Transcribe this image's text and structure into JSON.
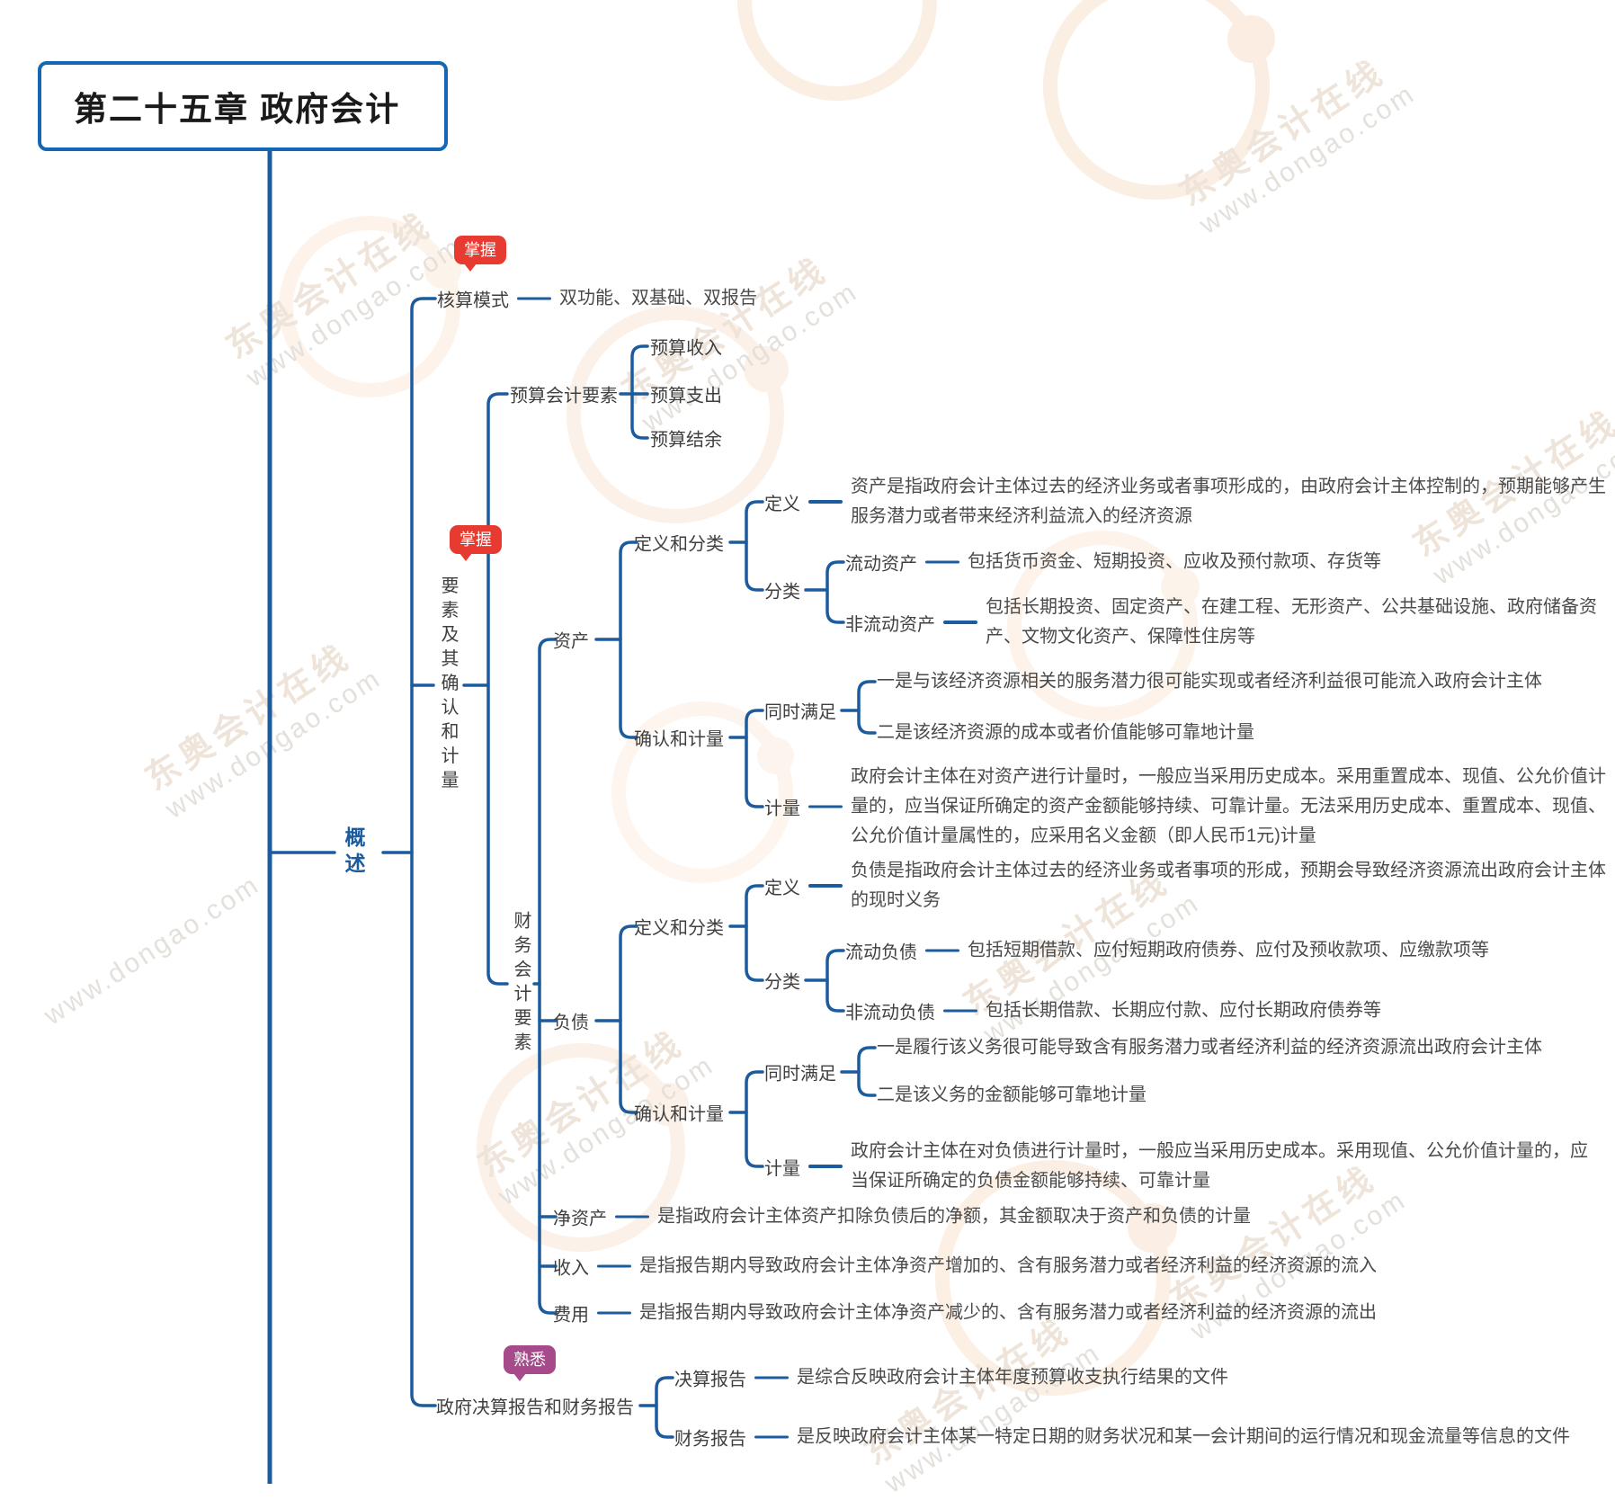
{
  "title": "第二十五章 政府会计",
  "watermark": {
    "brand": "东奥会计在线",
    "site": "www.dongao.com"
  },
  "colors": {
    "line": "#1c5c9e",
    "title_border": "#1467b2",
    "badge_master": "#e73b31",
    "badge_familiar": "#a64a8c",
    "watermark_logo": "#f8ddc6"
  },
  "root": {
    "label": "概述"
  },
  "branches": {
    "mode": {
      "badge": "掌握",
      "label": "核算模式",
      "value": "双功能、双基础、双报告"
    },
    "elements": {
      "badge": "掌握",
      "label": "要素及其确认和计量",
      "budget": {
        "label": "预算会计要素",
        "items": [
          "预算收入",
          "预算支出",
          "预算结余"
        ]
      },
      "financial": {
        "label": "财务会计要素",
        "asset": {
          "label": "资产",
          "def_class": {
            "label": "定义和分类",
            "definition": {
              "label": "定义",
              "text": "资产是指政府会计主体过去的经济业务或者事项形成的，由政府会计主体控制的，预期能够产生服务潜力或者带来经济利益流入的经济资源"
            },
            "classification": {
              "label": "分类",
              "current": {
                "label": "流动资产",
                "text": "包括货币资金、短期投资、应收及预付款项、存货等"
              },
              "non_current": {
                "label": "非流动资产",
                "text": "包括长期投资、固定资产、在建工程、无形资产、公共基础设施、政府储备资产、文物文化资产、保障性住房等"
              }
            }
          },
          "recognition": {
            "label": "确认和计量",
            "conditions": {
              "label": "同时满足",
              "items": [
                "一是与该经济资源相关的服务潜力很可能实现或者经济利益很可能流入政府会计主体",
                "二是该经济资源的成本或者价值能够可靠地计量"
              ]
            },
            "measurement": {
              "label": "计量",
              "text": "政府会计主体在对资产进行计量时，一般应当采用历史成本。采用重置成本、现值、公允价值计量的，应当保证所确定的资产金额能够持续、可靠计量。无法采用历史成本、重置成本、现值、公允价值计量属性的，应采用名义金额（即人民币1元)计量"
            }
          }
        },
        "liability": {
          "label": "负债",
          "def_class": {
            "label": "定义和分类",
            "definition": {
              "label": "定义",
              "text": "负债是指政府会计主体过去的经济业务或者事项的形成，预期会导致经济资源流出政府会计主体的现时义务"
            },
            "classification": {
              "label": "分类",
              "current": {
                "label": "流动负债",
                "text": "包括短期借款、应付短期政府债券、应付及预收款项、应缴款项等"
              },
              "non_current": {
                "label": "非流动负债",
                "text": "包括长期借款、长期应付款、应付长期政府债券等"
              }
            }
          },
          "recognition": {
            "label": "确认和计量",
            "conditions": {
              "label": "同时满足",
              "items": [
                "一是履行该义务很可能导致含有服务潜力或者经济利益的经济资源流出政府会计主体",
                "二是该义务的金额能够可靠地计量"
              ]
            },
            "measurement": {
              "label": "计量",
              "text": "政府会计主体在对负债进行计量时，一般应当采用历史成本。采用现值、公允价值计量的，应当保证所确定的负债金额能够持续、可靠计量"
            }
          }
        },
        "net_assets": {
          "label": "净资产",
          "text": "是指政府会计主体资产扣除负债后的净额，其金额取决于资产和负债的计量"
        },
        "revenue": {
          "label": "收入",
          "text": "是指报告期内导致政府会计主体净资产增加的、含有服务潜力或者经济利益的经济资源的流入"
        },
        "expense": {
          "label": "费用",
          "text": "是指报告期内导致政府会计主体净资产减少的、含有服务潜力或者经济利益的经济资源的流出"
        }
      }
    },
    "reports": {
      "badge": "熟悉",
      "label": "政府决算报告和财务报告",
      "final_accounts": {
        "label": "决算报告",
        "text": "是综合反映政府会计主体年度预算收支执行结果的文件"
      },
      "financial_report": {
        "label": "财务报告",
        "text": "是反映政府会计主体某一特定日期的财务状况和某一会计期间的运行情况和现金流量等信息的文件"
      }
    }
  }
}
